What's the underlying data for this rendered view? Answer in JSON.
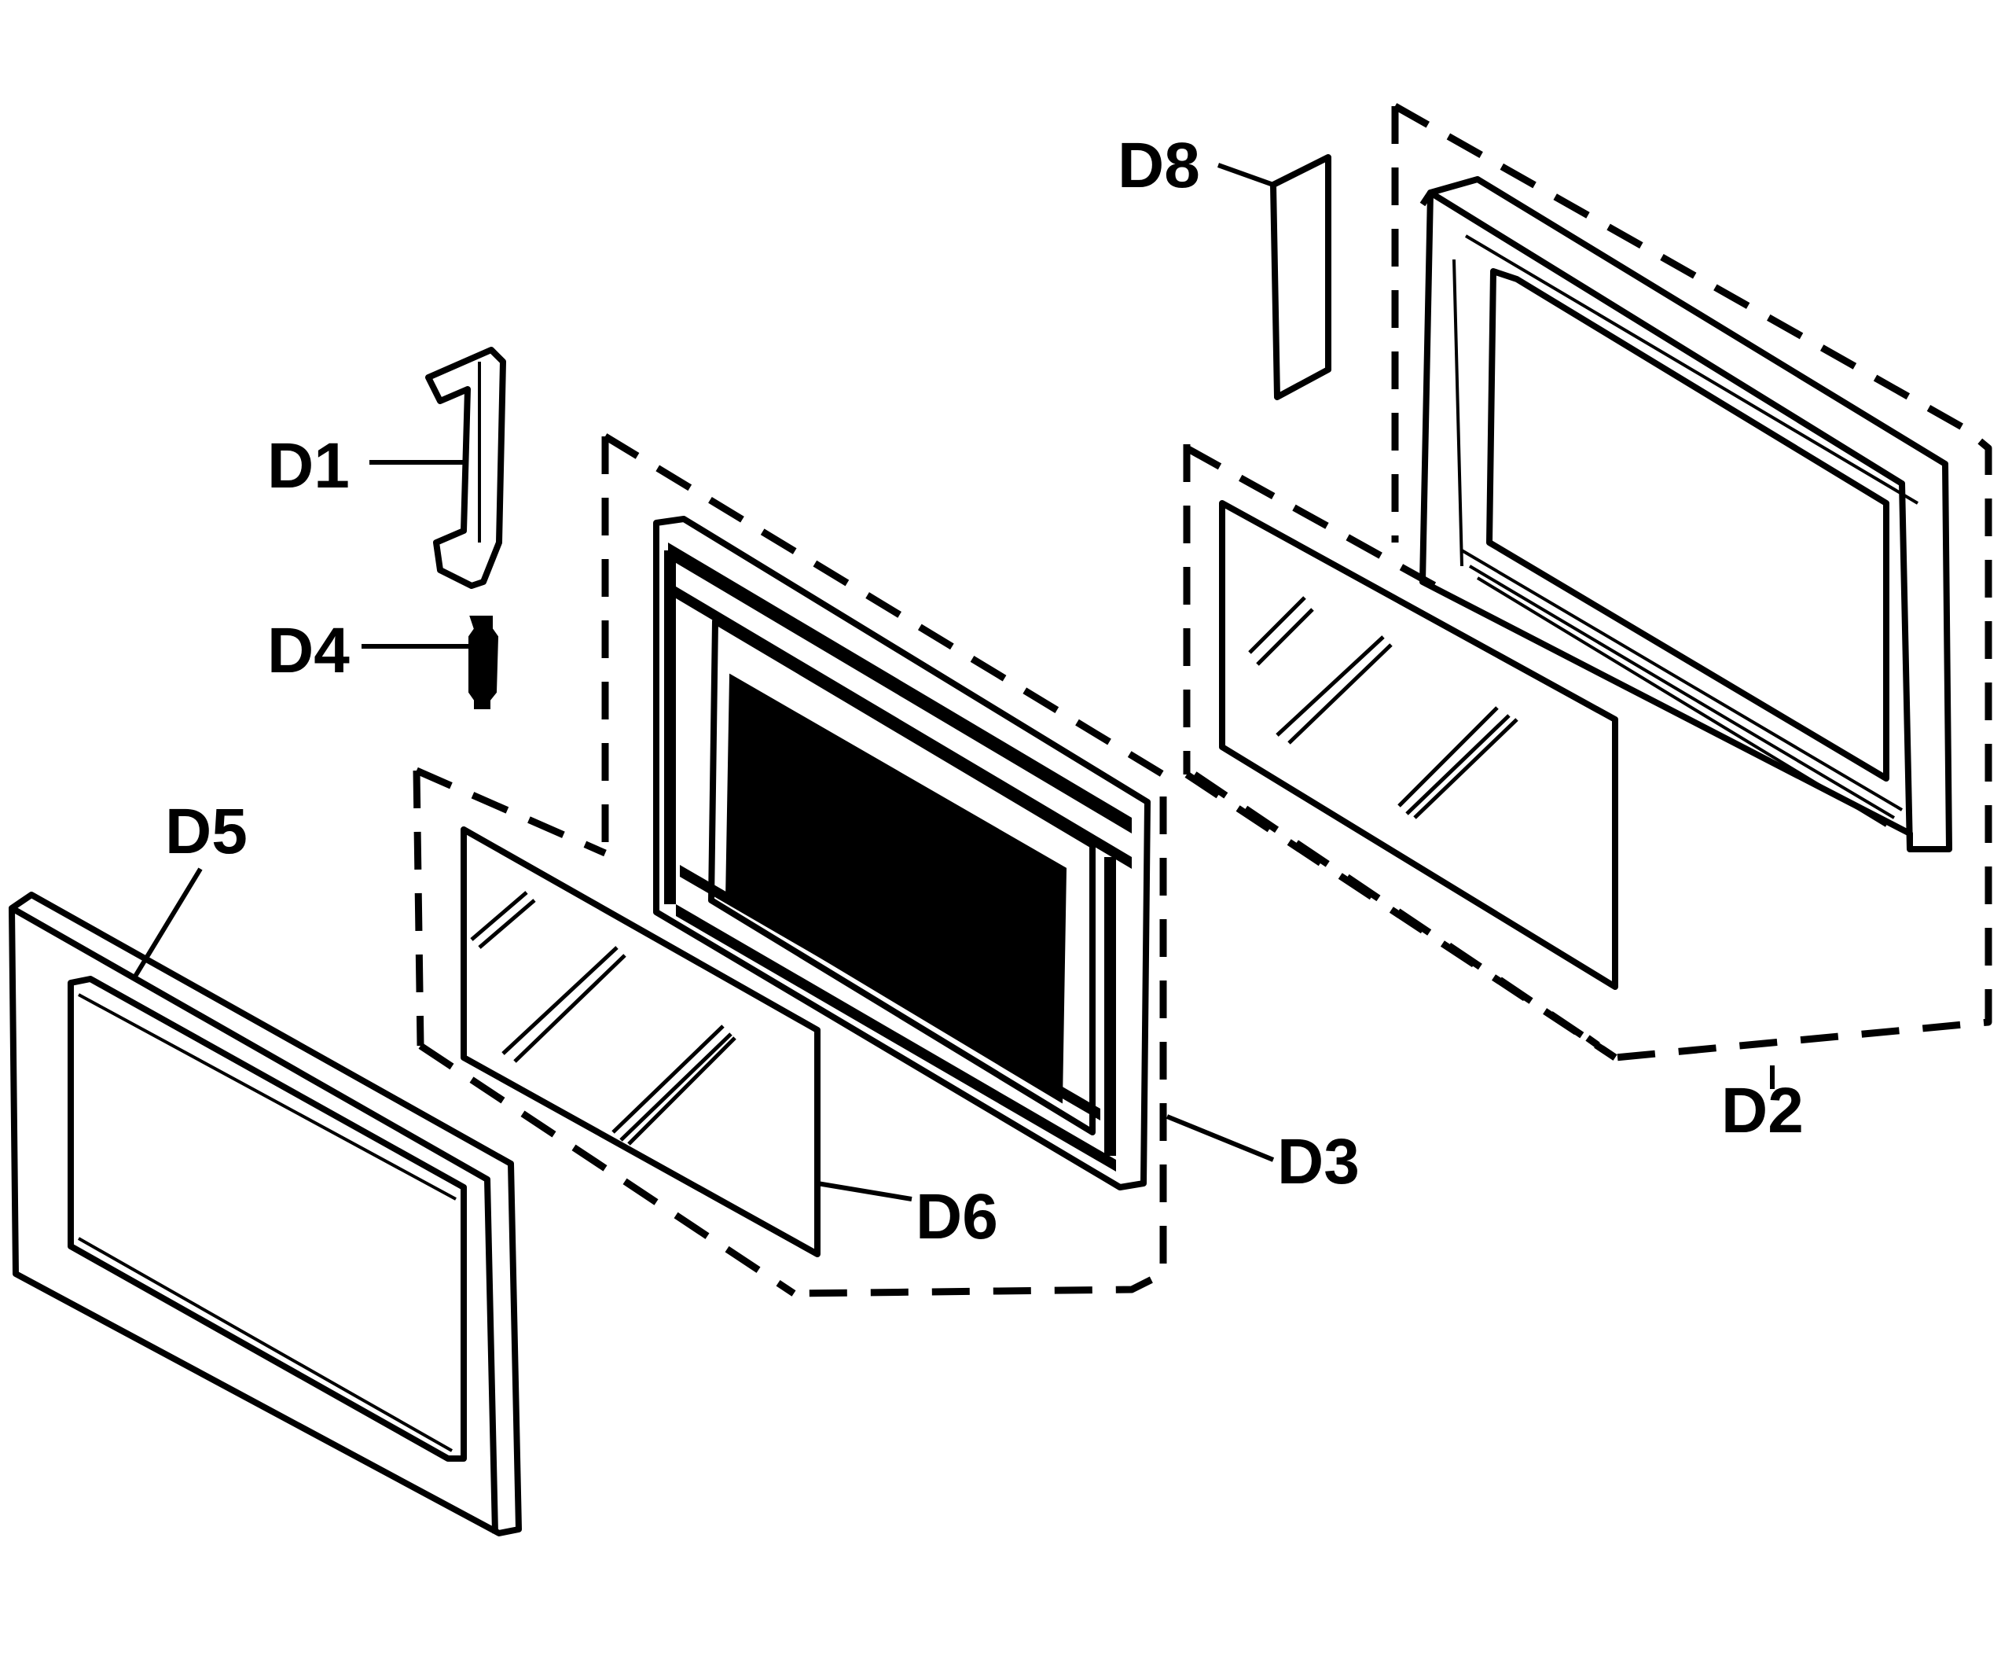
{
  "labels": {
    "d1": "D1",
    "d2": "D2",
    "d3": "D3",
    "d4": "D4",
    "d5": "D5",
    "d6": "D6",
    "d8": "D8"
  },
  "colors": {
    "ink": "#000000",
    "paper": "#ffffff"
  }
}
